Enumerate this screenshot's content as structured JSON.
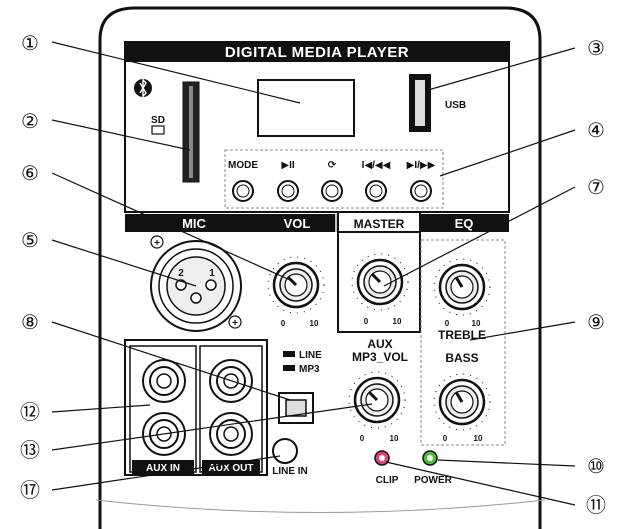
{
  "panel": {
    "title": "DIGITAL MEDIA PLAYER",
    "usb_label": "USB",
    "sd_label": "SD",
    "bluetooth_icon": "bluetooth-icon",
    "buttons": [
      "MODE",
      "▶II",
      "⟳",
      "I◀/◀◀",
      "▶I/▶▶"
    ]
  },
  "sections": {
    "mic": "MIC",
    "vol": "VOL",
    "master": "MASTER",
    "eq": "EQ"
  },
  "xlr": {
    "pin1": "1",
    "pin2": "2",
    "plus": "+"
  },
  "knobs": {
    "min": "0",
    "max": "10",
    "treble": "TREBLE",
    "bass": "BASS",
    "aux_line1": "AUX",
    "aux_line2": "MP3_VOL"
  },
  "switch": {
    "line": "LINE",
    "mp3": "MP3"
  },
  "jacks": {
    "aux_in": "AUX IN",
    "aux_out": "AUX OUT",
    "line_in": "LINE IN"
  },
  "leds": {
    "clip": "CLIP",
    "power": "POWER",
    "clip_color": "#e2407a",
    "power_color": "#4fbf3a"
  },
  "callouts": [
    "①",
    "②",
    "③",
    "④",
    "⑤",
    "⑥",
    "⑦",
    "⑧",
    "⑨",
    "⑩",
    "⑪",
    "⑫",
    "⑬",
    "⑰"
  ]
}
